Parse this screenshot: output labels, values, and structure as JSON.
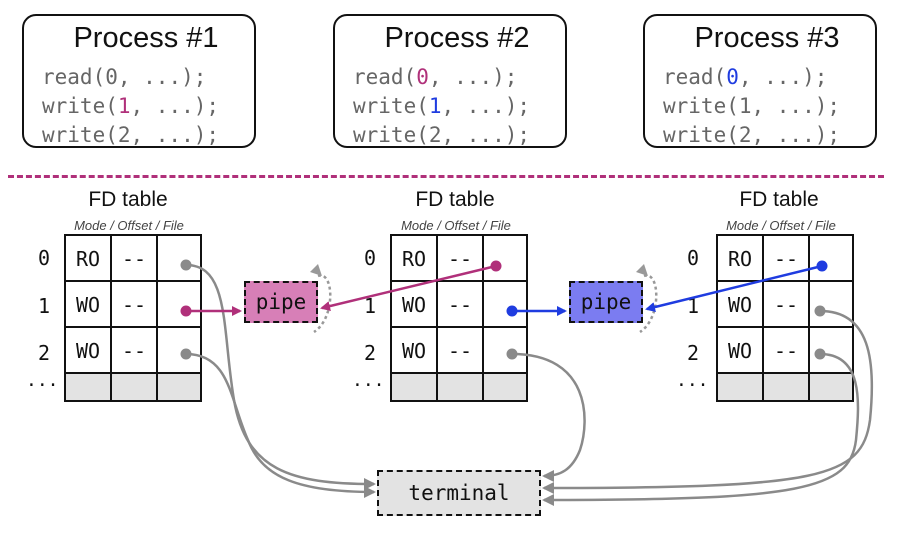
{
  "processes": [
    {
      "title": "Process #1",
      "line1_fn": "read(",
      "line1_fd": "0",
      "line1_rest": ", ...);",
      "line2_fn": "write(",
      "line2_fd": "1",
      "line2_rest": ", ...);",
      "line3": "write(2, ...);"
    },
    {
      "title": "Process #2",
      "line1_fn": "read(",
      "line1_fd": "0",
      "line1_rest": ", ...);",
      "line2_fn": "write(",
      "line2_fd": "1",
      "line2_rest": ", ...);",
      "line3": "write(2, ...);"
    },
    {
      "title": "Process #3",
      "line1_fn": "read(",
      "line1_fd": "0",
      "line1_rest": ", ...);",
      "line2": "write(1, ...);",
      "line3": "write(2, ...);"
    }
  ],
  "fd_table": {
    "label": "FD table",
    "subtitle": "Mode / Offset / File",
    "row_indices": [
      "0",
      "1",
      "2"
    ],
    "ellipsis": "...",
    "offset_placeholder": "--",
    "tables": [
      {
        "modes": [
          "RO",
          "WO",
          "WO"
        ]
      },
      {
        "modes": [
          "RO",
          "WO",
          "WO"
        ]
      },
      {
        "modes": [
          "RO",
          "WO",
          "WO"
        ]
      }
    ]
  },
  "pipes": [
    {
      "label": "pipe",
      "color": "#d77fb7"
    },
    {
      "label": "pipe",
      "color": "#7b7cf1"
    }
  ],
  "terminal": {
    "label": "terminal",
    "color": "#e3e3e3"
  },
  "colors": {
    "pink": "#b0307a",
    "blue": "#1f3ce0",
    "gray": "#8a8a8a",
    "divider": "#b0307a"
  }
}
